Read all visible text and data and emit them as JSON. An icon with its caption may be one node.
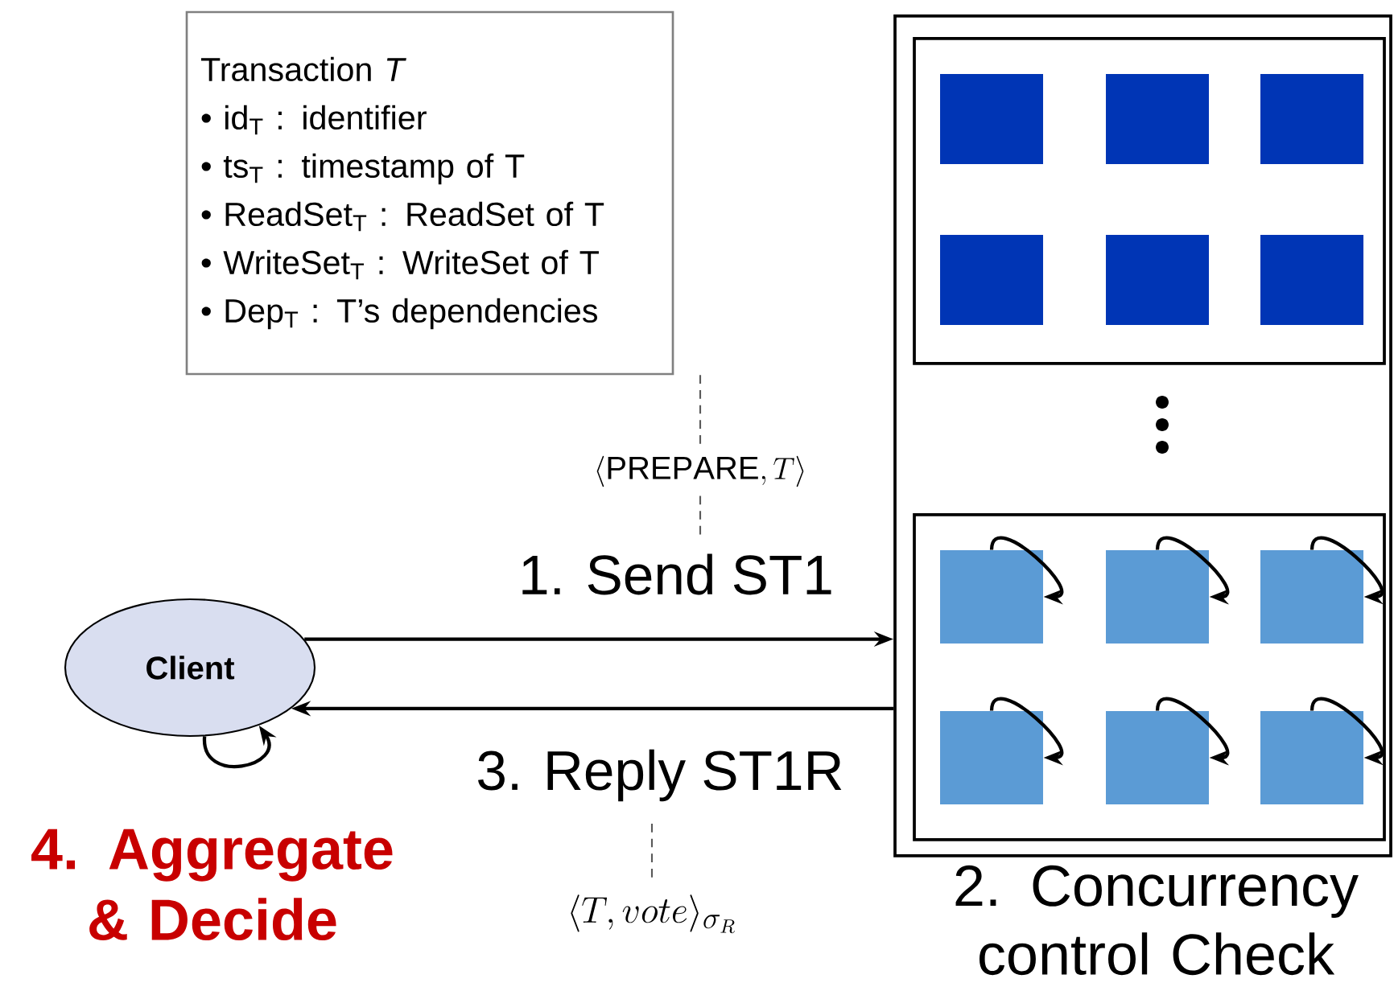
{
  "diagram": {
    "nodes": [
      {
        "text": [
          "Client"
        ],
        "beside": [
          "4. Aggregate & Decide"
        ]
      },
      {
        "text": [
          "Transaction *T*",
          "• id$_{T}$ : identifier",
          "• ts$_{T}$ : timestamp of T",
          "• ReadSet$_{T}$ : ReadSet of T",
          "• WriteSet$_{T}$ : WriteSet of T",
          "• Dep$_{T}$ : T’s dependencies"
        ]
      },
      {
        "text": [],
        "shape": "box",
        "beside": [
          "2. Concurrency control Check"
        ]
      },
      {
        "text": [],
        "shape": "box",
        "in": 2
      },
      {
        "text": [],
        "shape": "box",
        "in": 3
      },
      {
        "text": [],
        "shape": "box",
        "in": 3
      },
      {
        "text": [],
        "shape": "box",
        "in": 3
      },
      {
        "text": [],
        "shape": "box",
        "in": 3
      },
      {
        "text": [],
        "shape": "box",
        "in": 3
      },
      {
        "text": [],
        "shape": "box",
        "in": 3
      },
      {
        "text": [],
        "shape": "box",
        "in": 2
      },
      {
        "text": [],
        "shape": "box",
        "in": 10
      },
      {
        "text": [],
        "shape": "box",
        "in": 10
      },
      {
        "text": [],
        "shape": "box",
        "in": 10
      },
      {
        "text": [],
        "shape": "box",
        "in": 10
      },
      {
        "text": [],
        "shape": "box",
        "in": 10
      },
      {
        "text": [],
        "shape": "box",
        "in": 10
      },
      {
        "text": [
          "\\langle \\mathrm{PREPARE}, T\\rangle"
        ]
      },
      {
        "text": [
          "\\langle T, vote\\rangle_{\\sigma_R}"
        ]
      }
    ],
    "edges": [
      {
        "from": 0,
        "to": 2,
        "arrow": "to",
        "label": "1. Send ST1"
      },
      {
        "from": 2,
        "to": 0,
        "arrow": "to",
        "label": "3. Reply ST1R"
      },
      {
        "from": 0,
        "to": 0,
        "arrow": "to"
      },
      {
        "from": 11,
        "to": 11,
        "arrow": "to"
      },
      {
        "from": 12,
        "to": 12,
        "arrow": "to"
      },
      {
        "from": 13,
        "to": 13,
        "arrow": "to"
      },
      {
        "from": 14,
        "to": 14,
        "arrow": "to"
      },
      {
        "from": 15,
        "to": 15,
        "arrow": "to"
      },
      {
        "from": 16,
        "to": 16,
        "arrow": "to"
      },
      {
        "from": 1,
        "to": 17,
        "arrow": "none",
        "style": "dashed"
      },
      {
        "from": 17,
        "to": null,
        "arrow": "none",
        "style": "dashed"
      },
      {
        "from": null,
        "to": 18,
        "arrow": "none",
        "style": "dashed"
      }
    ]
  }
}
